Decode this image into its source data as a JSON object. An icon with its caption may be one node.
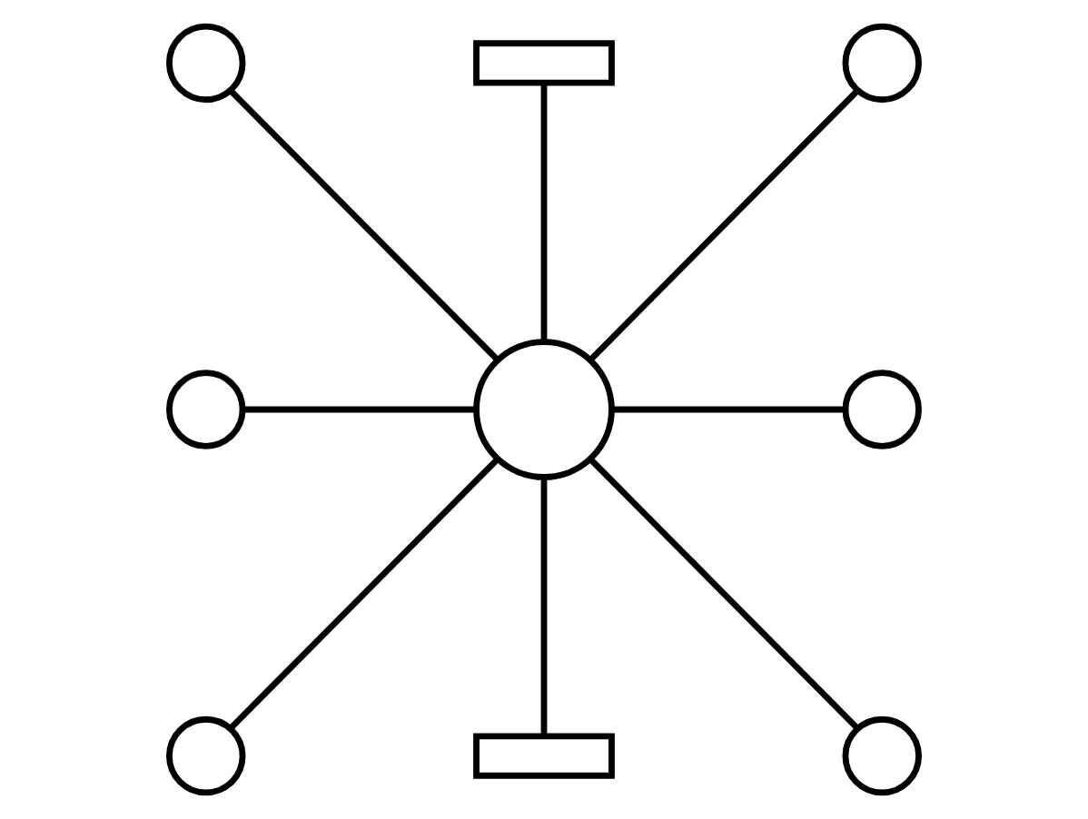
{
  "diagram": {
    "nodes": [
      {
        "text": [],
        "shape": "box"
      },
      {
        "text": [],
        "shape": "circle"
      },
      {
        "text": [],
        "shape": "circle"
      },
      {
        "text": [],
        "shape": "circle"
      },
      {
        "text": [],
        "shape": "circle"
      },
      {
        "text": [],
        "shape": "circle"
      },
      {
        "text": [],
        "shape": "circle"
      },
      {
        "text": [],
        "shape": "circle"
      },
      {
        "text": [],
        "shape": "box"
      }
    ],
    "edges": [
      {
        "from": 4,
        "to": 0,
        "arrow": "none"
      },
      {
        "from": 4,
        "to": 1,
        "arrow": "none"
      },
      {
        "from": 4,
        "to": 2,
        "arrow": "none"
      },
      {
        "from": 4,
        "to": 3,
        "arrow": "none"
      },
      {
        "from": 4,
        "to": 5,
        "arrow": "none"
      },
      {
        "from": 4,
        "to": 6,
        "arrow": "none"
      },
      {
        "from": 4,
        "to": 7,
        "arrow": "none"
      },
      {
        "from": 4,
        "to": 8,
        "arrow": "none"
      }
    ]
  }
}
